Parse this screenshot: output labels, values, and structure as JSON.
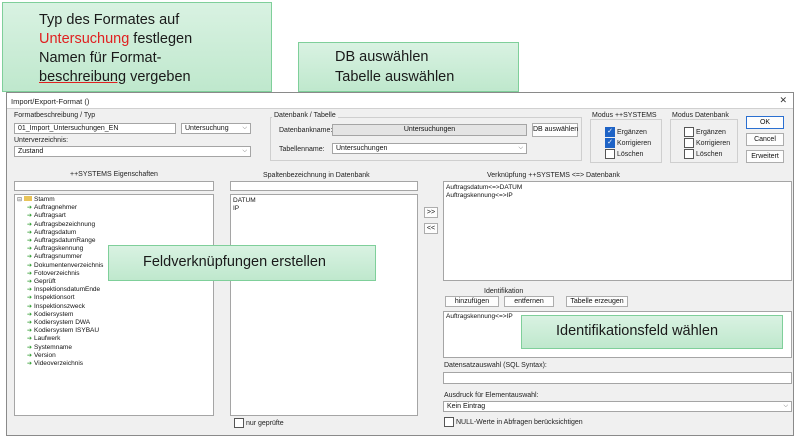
{
  "callouts": {
    "c1": {
      "line1": "Typ des Formates auf",
      "line2_red": "Untersuchung",
      "line2_rest": " festlegen",
      "line3": "Namen für Format-",
      "line4_u": "beschreibung",
      "line4_rest": " vergeben"
    },
    "c2": {
      "line1": "DB auswählen",
      "line2": "Tabelle auswählen"
    },
    "c3": {
      "text": "Feldverknüpfungen erstellen"
    },
    "c4": {
      "text": "Identifikationsfeld wählen"
    }
  },
  "window": {
    "title": "Import/Export-Format ()",
    "close": "✕"
  },
  "format": {
    "label": "Formatbeschreibung / Typ",
    "name_value": "01_Import_Untersuchungen_EN",
    "type_value": "Untersuchung",
    "subdir_label": "Unterverzeichnis:",
    "subdir_value": "Zustand"
  },
  "db": {
    "group_label": "Datenbank / Tabelle",
    "dbname_label": "Datenbankname:",
    "dbname_value": "Untersuchungen",
    "db_button": "DB auswählen",
    "table_label": "Tabellenname:",
    "table_value": "Untersuchungen"
  },
  "modus_systems": {
    "label": "Modus ++SYSTEMS",
    "opt1": "Ergänzen",
    "opt2": "Korrigieren",
    "opt3": "Löschen"
  },
  "modus_db": {
    "label": "Modus Datenbank",
    "opt1": "Ergänzen",
    "opt2": "Korrigieren",
    "opt3": "Löschen"
  },
  "buttons": {
    "ok": "OK",
    "cancel": "Cancel",
    "erweitert": "Erweitert"
  },
  "props": {
    "header": "++SYSTEMS Eigenschaften",
    "root": "Stamm",
    "items": [
      "Auftragnehmer",
      "Auftragsart",
      "Auftragsbezeichnung",
      "Auftragsdatum",
      "AuftragsdatumRange",
      "Auftragskennung",
      "Auftragsnummer",
      "Dokumentenverzeichnis",
      "Fotoverzeichnis",
      "Geprüft",
      "InspektionsdatumEnde",
      "Inspektionsort",
      "Inspektionszweck",
      "Kodiersystem",
      "Kodiersystem DWA",
      "Kodiersystem ISYBAU",
      "Laufwerk",
      "Systemname",
      "Version",
      "Videoverzeichnis"
    ]
  },
  "columns": {
    "header": "Spaltenbezeichnung in Datenbank",
    "items": [
      "DATUM",
      "IP"
    ],
    "only_checked": "nur geprüfte"
  },
  "links": {
    "header": "Verknüpfung ++SYSTEMS <=> Datenbank",
    "items": [
      "Auftragsdatum<=>DATUM",
      "Auftragskennung<=>IP"
    ],
    "add": ">>",
    "remove": "<<"
  },
  "ident": {
    "label": "Identifikation",
    "add": "hinzufügen",
    "remove": "entfernen",
    "gen": "Tabelle erzeugen",
    "item": "Auftragskennung<=>IP"
  },
  "sql": {
    "label": "Datensatzauswahl (SQL Syntax):"
  },
  "expr": {
    "label": "Ausdruck für Elementauswahl:",
    "value": "Kein Eintrag"
  },
  "nullvals": {
    "label": "NULL-Werte in Abfragen berücksichtigen"
  }
}
